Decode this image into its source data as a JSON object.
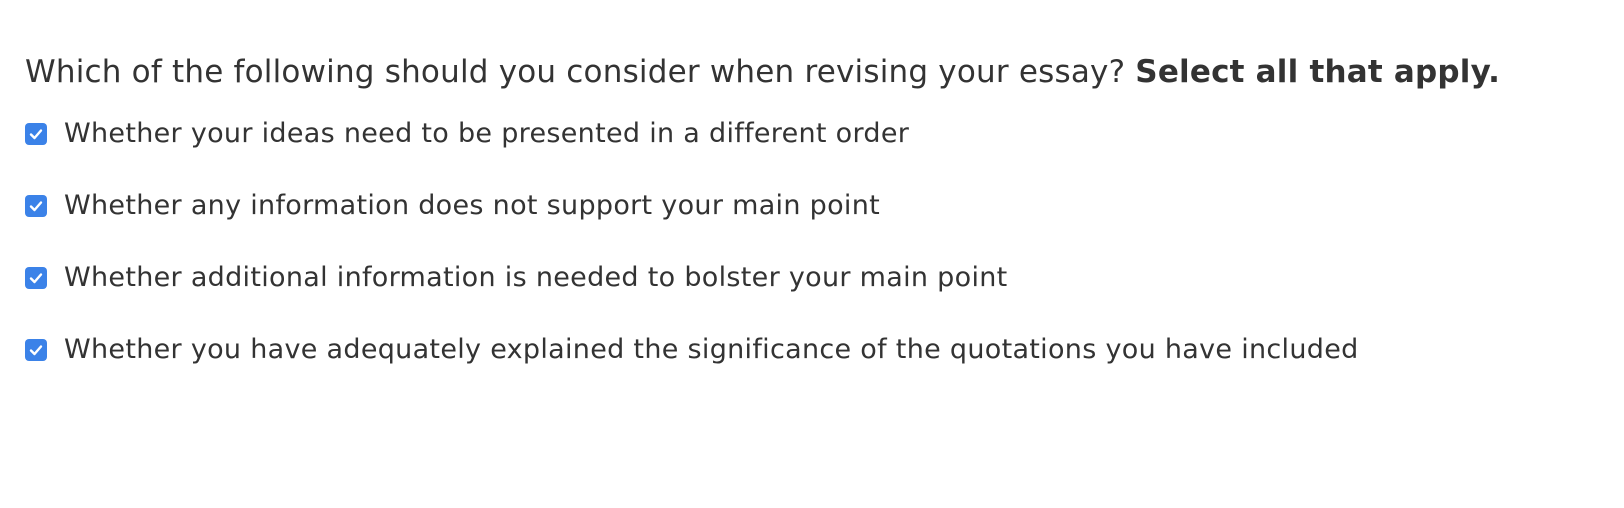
{
  "question": {
    "prompt": "Which of the following should you consider when revising your essay?",
    "instruction": "Select all that apply."
  },
  "options": [
    {
      "label": "Whether your ideas need to be presented in a different order",
      "checked": true,
      "icon": "checkmark-icon"
    },
    {
      "label": "Whether any information does not support your main point",
      "checked": true,
      "icon": "checkmark-icon"
    },
    {
      "label": "Whether additional information is needed to bolster your main point",
      "checked": true,
      "icon": "checkmark-icon"
    },
    {
      "label": "Whether you have adequately explained the significance of the quotations you have included",
      "checked": true,
      "icon": "checkmark-icon"
    }
  ],
  "colors": {
    "checkbox_fill": "#3b82e8",
    "text": "#333333",
    "background": "#ffffff"
  }
}
